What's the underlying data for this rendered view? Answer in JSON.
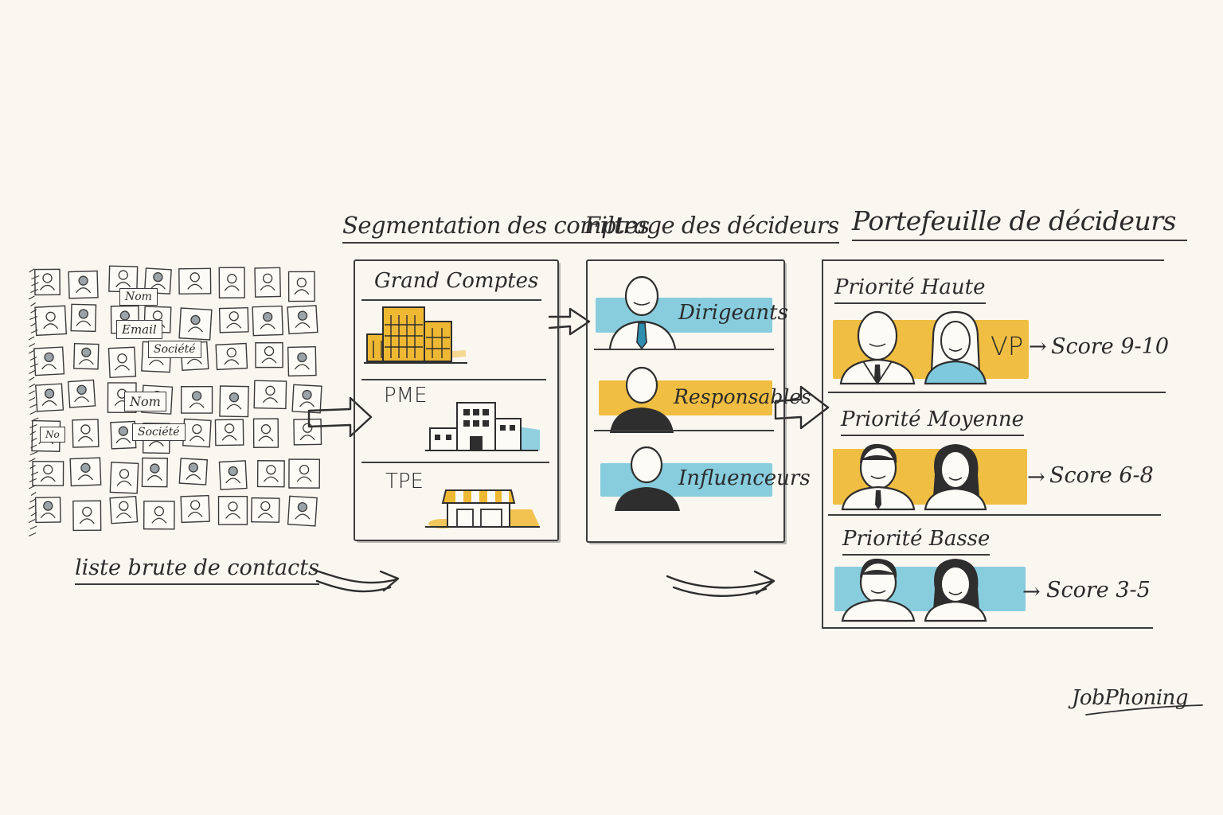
{
  "raw_list": {
    "caption": "liste brute de contacts",
    "tags": [
      "Nom",
      "Email",
      "Société",
      "Nom",
      "Société",
      "No"
    ]
  },
  "segmentation": {
    "title": "Segmentation des comptes",
    "items": [
      {
        "label": "Grand Comptes",
        "icon": "office-building-icon",
        "color": "#efb833"
      },
      {
        "label": "PME",
        "icon": "small-building-icon",
        "color": "#7ec9dc"
      },
      {
        "label": "TPE",
        "icon": "shop-icon",
        "color": "#efb833"
      }
    ]
  },
  "filter": {
    "title": "Filtrage des décideurs",
    "items": [
      {
        "label": "Dirigeants",
        "icon": "person-tie-icon",
        "color": "#7ec9dc"
      },
      {
        "label": "Responsables",
        "icon": "person-icon",
        "color": "#efb833"
      },
      {
        "label": "Influenceurs",
        "icon": "person-icon",
        "color": "#7ec9dc"
      }
    ]
  },
  "portfolio": {
    "title": "Portefeuille de décideurs",
    "rows": [
      {
        "label": "Priorité Haute",
        "tag": "VP",
        "score": "Score 9-10",
        "color": "#efb833"
      },
      {
        "label": "Priorité Moyenne",
        "tag": "",
        "score": "Score 6-8",
        "color": "#efb833"
      },
      {
        "label": "Priorité Basse",
        "tag": "",
        "score": "Score 3-5",
        "color": "#7ec9dc"
      }
    ]
  },
  "signature": "JobPhoning",
  "colors": {
    "ink": "#2b2b2b",
    "yellow": "#efb833",
    "blue": "#7ec9dc",
    "paper": "#faf7f0"
  }
}
